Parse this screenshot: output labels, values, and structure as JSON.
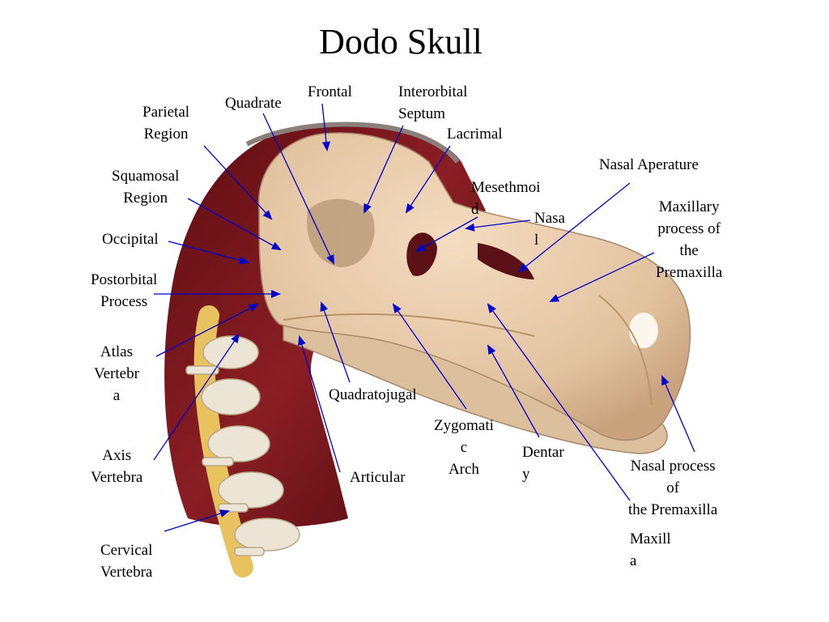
{
  "title": "Dodo Skull",
  "colors": {
    "arrow": "#0000cc",
    "bone": "#e6c9a8",
    "flesh": "#7a1a1e",
    "spine": "#e9c76a"
  },
  "labels": {
    "parietal_region": "Parietal\nRegion",
    "quadrate": "Quadrate",
    "frontal": "Frontal",
    "interorbital_septum": "Interorbital\nSeptum",
    "lacrimal": "Lacrimal",
    "nasal_aperature": "Nasal Aperature",
    "squamosal_region": "Squamosal\nRegion",
    "mesethmoid": "Mesethmoi\nd",
    "nasal": "Nasa\nl",
    "maxillary_process": "Maxillary\nprocess of\nthe\nPremaxilla",
    "occipital": "Occipital",
    "postorbital_process": "Postorbital\nProcess",
    "atlas_vertebra": "Atlas\nVertebr\na",
    "quadratojugal": "Quadratojugal",
    "zygomatic_arch": "Zygomati\nc\nArch",
    "dentary": "Dentar\ny",
    "axis_vertebra": "Axis\nVertebra",
    "articular": "Articular",
    "nasal_process": "Nasal process\nof\nthe Premaxilla",
    "maxilla": "Maxill\na",
    "cervical_vertebra": "Cervical\nVertebra"
  }
}
